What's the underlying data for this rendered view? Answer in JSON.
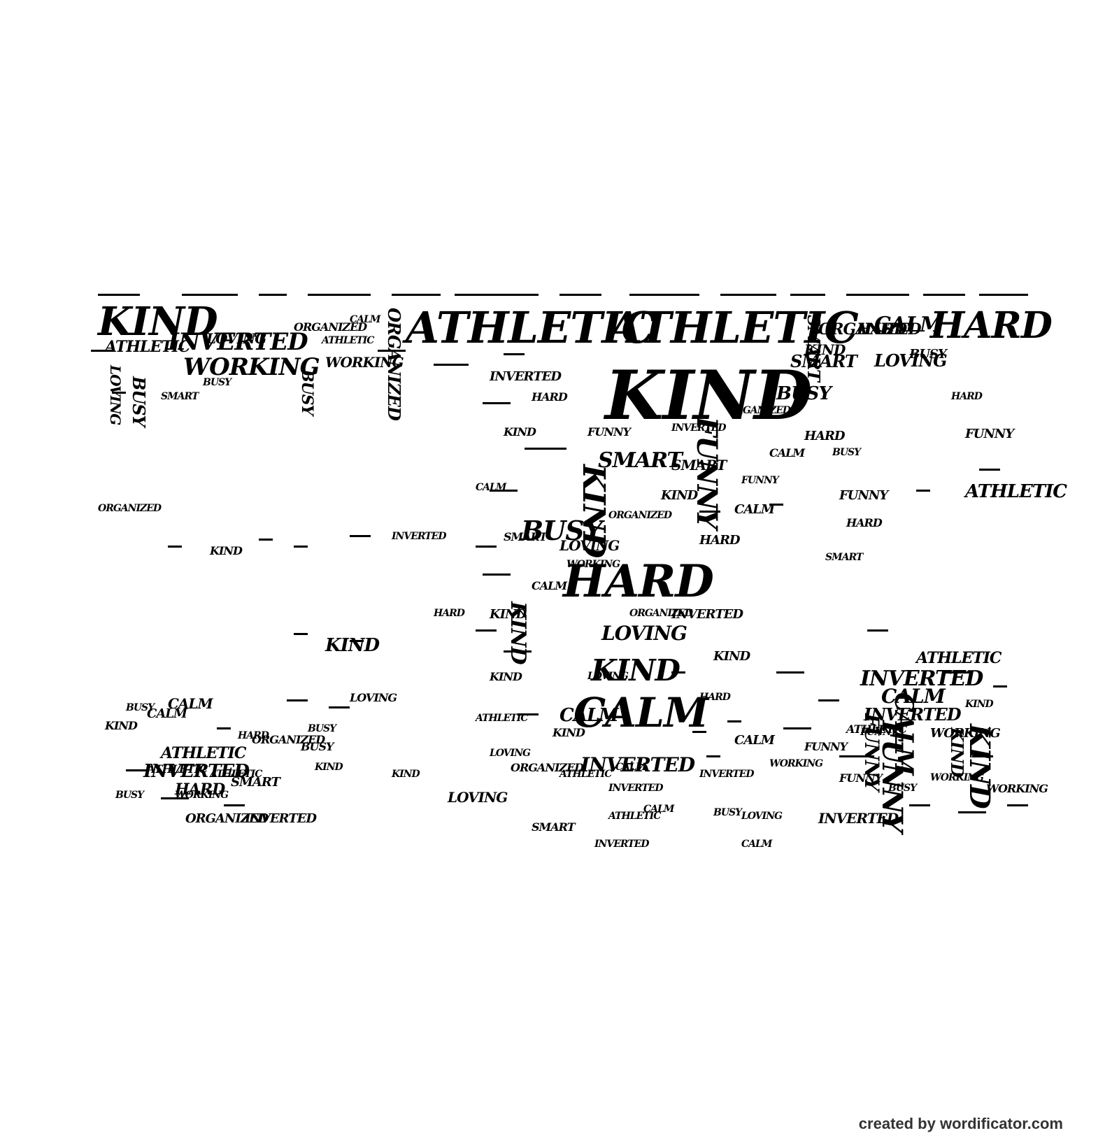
{
  "credit": "created by wordificator.com",
  "colors": {
    "background": "#ffffff",
    "ink": "#000000",
    "credit": "#333333"
  },
  "words": [
    "KIND",
    "ATHLETIC",
    "ATHLETIC",
    "HARD",
    "KIND",
    "INVERTED",
    "WORKING",
    "ORGANIZED",
    "FUNNY",
    "SMART",
    "KIND",
    "BUSY",
    "HARD",
    "CALM",
    "LOVING",
    "KIND",
    "CALM",
    "INVERTED",
    "CALM",
    "FUNNY",
    "KIND",
    "INVERTED",
    "CALM",
    "FUNNY",
    "KIND",
    "KIND",
    "BUSY",
    "INVERTED",
    "HARD",
    "ATHLETIC",
    "SMART",
    "LOVING",
    "BUSY",
    "WORKING",
    "CALM",
    "KIND",
    "ATHLETIC",
    "INVERTED",
    "WORKING",
    "BUSY",
    "LOVING",
    "SMART",
    "CALM",
    "CALM",
    "FUNNY",
    "ORGANIZED",
    "ATHLETIC",
    "BUSY",
    "HARD",
    "LOVING",
    "KIND",
    "ATHLETIC",
    "HARD",
    "BUSY",
    "LOVING",
    "INVERTED",
    "CALM",
    "ORGANIZED",
    "INVERTED",
    "ATHLETIC",
    "KIND",
    "HARD",
    "ORGANIZED",
    "SMART",
    "WORKING",
    "ORGANIZED",
    "ATHLETIC",
    "FUNNY",
    "INVERTED",
    "CALM",
    "LOVING",
    "WORKING",
    "ATHLETIC",
    "BUSY",
    "KIND",
    "SMART",
    "CALM",
    "HARD",
    "LOVING",
    "FUNNY",
    "KIND",
    "CALM",
    "BUSY",
    "SMART",
    "HARD",
    "CALM",
    "WORKING",
    "KIND",
    "INVERTED",
    "ORGANIZED",
    "FUNNY",
    "KIND",
    "SMART",
    "BUSY",
    "ATHLETIC",
    "INVERTED",
    "HARD",
    "KIND",
    "FUNNY",
    "INVERTED",
    "KIND",
    "ORGANIZED",
    "ATHLETIC",
    "CALM",
    "HARD",
    "WORKING",
    "KIND",
    "BUSY",
    "ORGANIZED",
    "CALM",
    "INVERTED",
    "BUSY",
    "SMART",
    "ORGANIZED",
    "KIND",
    "INVERTED",
    "LOVING",
    "FUNNY",
    "HARD",
    "KIND",
    "ATHLETIC",
    "BUSY",
    "CALM",
    "LOVING",
    "WORKING",
    "SMART",
    "ATHLETIC",
    "ORGANIZED",
    "KIND",
    "INVERTED",
    "BUSY",
    "HARD",
    "CALM",
    "LOVING",
    "FUNNY",
    "KIND",
    "SMART",
    "ORGANIZED"
  ]
}
